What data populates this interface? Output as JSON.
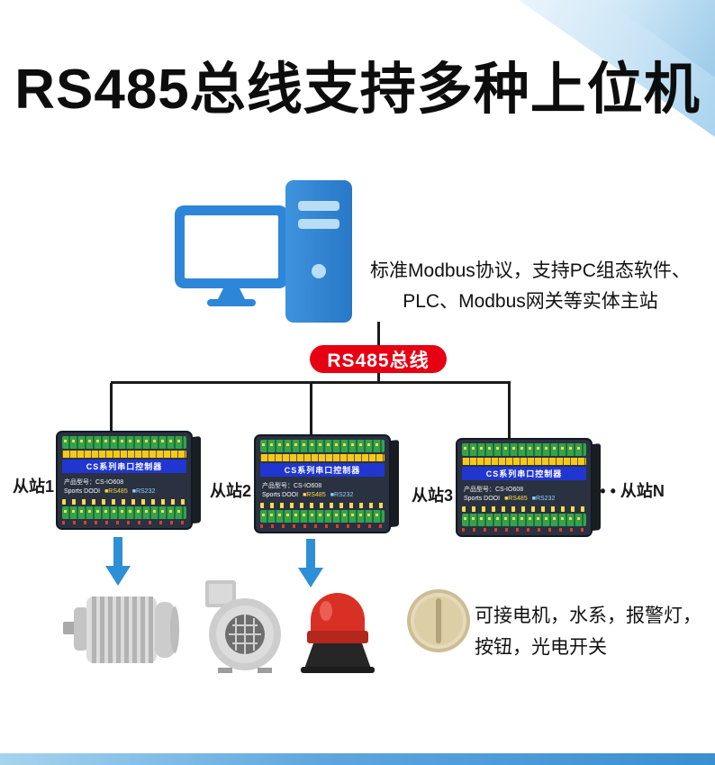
{
  "title": "RS485总线支持多种上位机",
  "master": {
    "desc_line1": "标准Modbus协议，支持PC组态软件、",
    "desc_line2": "PLC、Modbus网关等实体主站"
  },
  "bus": {
    "badge": "RS485总线"
  },
  "device": {
    "title": "CS系列串口控制器",
    "model": "产品型号：CS-IO608",
    "brand": "Sports DOOI",
    "port1": "■RS485",
    "port2": "■RS232"
  },
  "slaves": [
    {
      "label": "从站1"
    },
    {
      "label": "从站2"
    },
    {
      "label": "从站3"
    },
    {
      "label": "• • • 从站N"
    }
  ],
  "peripherals": {
    "desc_line1": "可接电机，水系，报警灯，",
    "desc_line2": "按钮，光电开关"
  },
  "icons": {
    "master": "desktop-computer",
    "actuators": [
      "motor",
      "blower-fan",
      "alarm-light",
      "push-button"
    ]
  },
  "colors": {
    "badge_red": "#e60012",
    "accent_blue": "#2e86d8",
    "arrow_blue": "#2e8fd6"
  }
}
